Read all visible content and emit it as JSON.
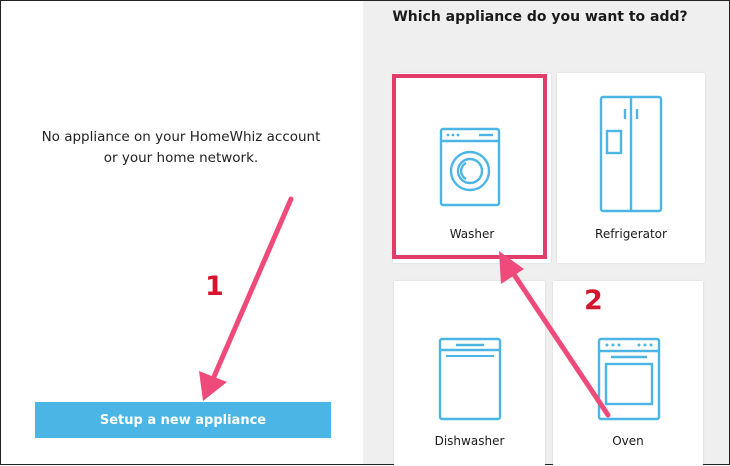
{
  "left_panel": {
    "message": "No appliance on your HomeWhiz account or your home network.",
    "setup_button_label": "Setup a new appliance"
  },
  "right_panel": {
    "question": "Which appliance do you want to add?",
    "appliances": [
      {
        "label": "Washer",
        "icon": "washer-icon",
        "highlighted": true
      },
      {
        "label": "Refrigerator",
        "icon": "refrigerator-icon",
        "highlighted": false
      },
      {
        "label": "Dishwasher",
        "icon": "dishwasher-icon",
        "highlighted": false
      },
      {
        "label": "Oven",
        "icon": "oven-icon",
        "highlighted": false
      }
    ]
  },
  "annotations": {
    "step_1": "1",
    "step_2": "2"
  },
  "colors": {
    "button": "#4bb6e6",
    "icon_stroke": "#4bb6e6",
    "highlight": "#e23d6a",
    "arrow": "#ee4b7a",
    "step_number": "#d7152e",
    "right_background": "#efefef"
  }
}
